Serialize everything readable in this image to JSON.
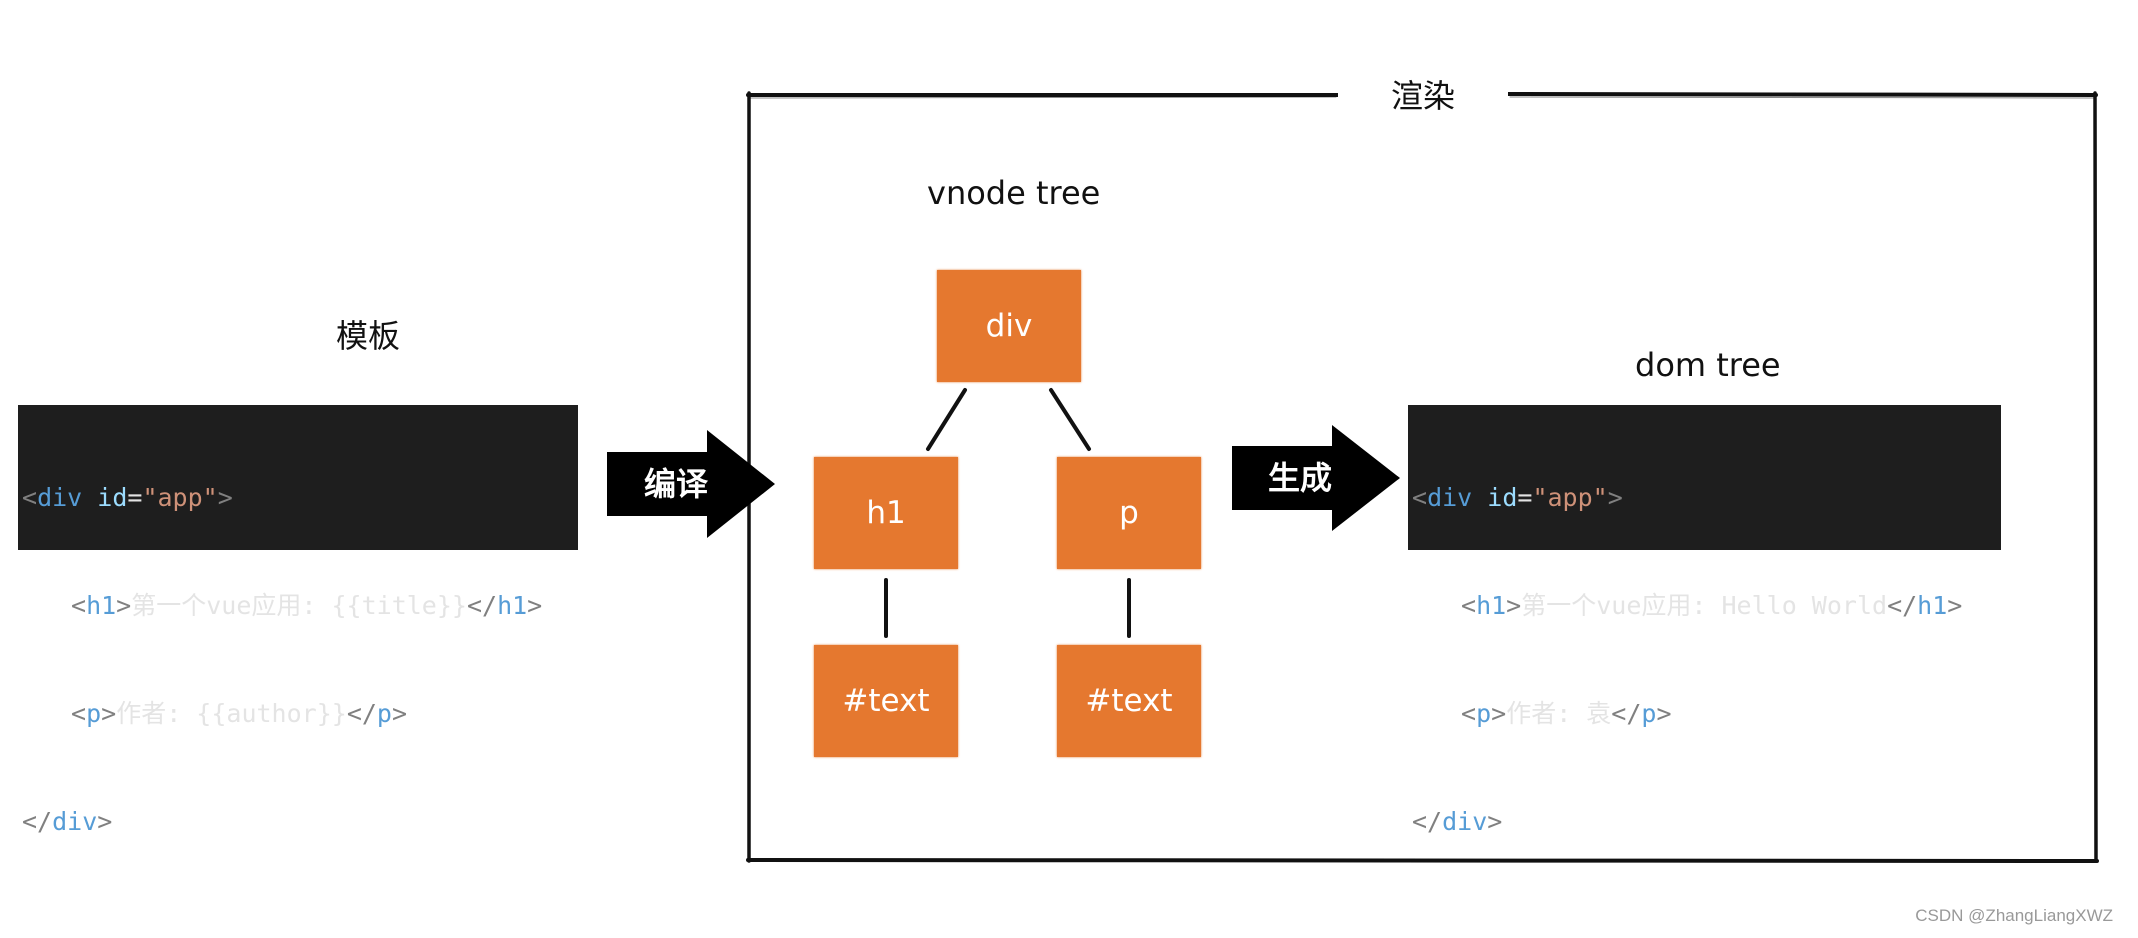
{
  "diagram": {
    "render_label": "渲染",
    "template_label": "模板",
    "vnode_tree_label": "vnode tree",
    "dom_tree_label": "dom tree",
    "compile_label": "编译",
    "generate_label": "生成",
    "template_code": {
      "line1": {
        "open": "<",
        "tag": "div",
        "attr": " id",
        "eq": "=",
        "val": "\"app\"",
        "close": ">"
      },
      "line2": {
        "open": "<",
        "tag": "h1",
        "close": ">",
        "text": "第一个vue应用: {{title}}",
        "end_open": "</",
        "end_tag": "h1",
        "end_close": ">"
      },
      "line3": {
        "open": "<",
        "tag": "p",
        "close": ">",
        "text": "作者: {{author}}",
        "end_open": "</",
        "end_tag": "p",
        "end_close": ">"
      },
      "line4": {
        "open": "</",
        "tag": "div",
        "close": ">"
      }
    },
    "dom_code": {
      "line1": {
        "open": "<",
        "tag": "div",
        "attr": " id",
        "eq": "=",
        "val": "\"app\"",
        "close": ">"
      },
      "line2": {
        "open": "<",
        "tag": "h1",
        "close": ">",
        "text": "第一个vue应用: Hello World",
        "end_open": "</",
        "end_tag": "h1",
        "end_close": ">"
      },
      "line3": {
        "open": "<",
        "tag": "p",
        "close": ">",
        "text": "作者: 袁",
        "end_open": "</",
        "end_tag": "p",
        "end_close": ">"
      },
      "line4": {
        "open": "</",
        "tag": "div",
        "close": ">"
      }
    },
    "nodes": {
      "root": "div",
      "h1": "h1",
      "p": "p",
      "h1_text": "#text",
      "p_text": "#text"
    },
    "colors": {
      "node": "#e5782f",
      "code_bg": "#1e1e1e"
    }
  },
  "footer": {
    "watermark": "CSDN @ZhangLiangXWZ"
  }
}
